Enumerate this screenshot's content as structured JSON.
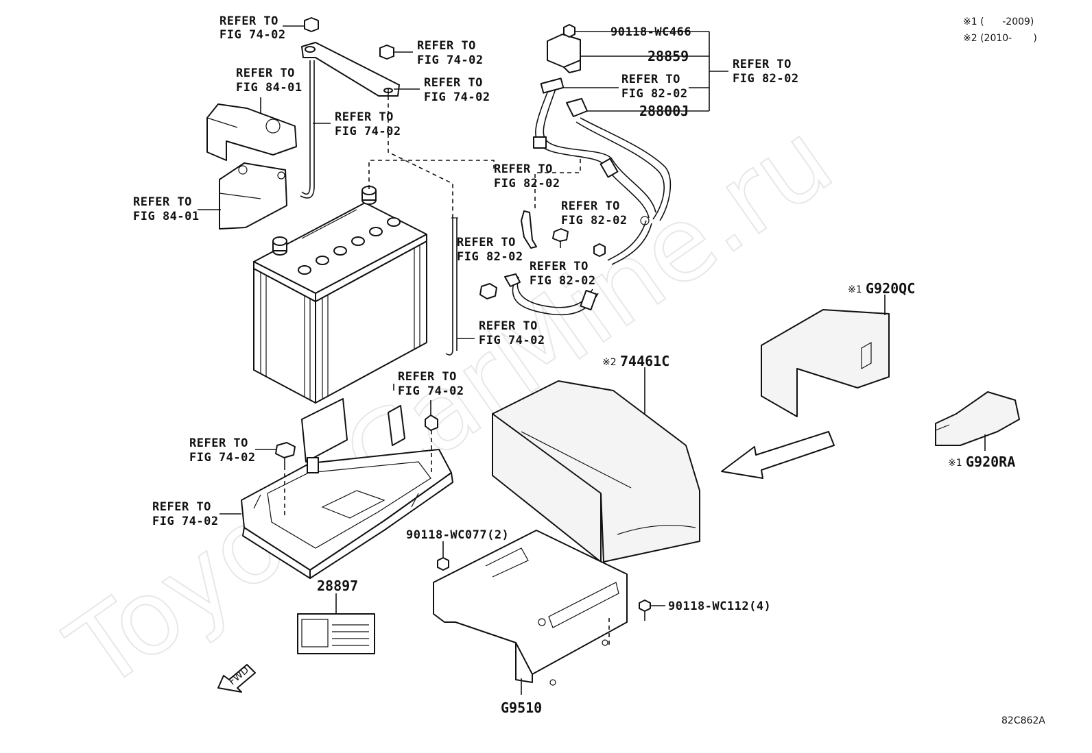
{
  "watermark": "ToyotaCarMine.ru",
  "notes": {
    "note1": "※1 (      -2009)",
    "note2": "※2 (2010-       )"
  },
  "figure_code": "82C862A",
  "fwd_label": "FWD",
  "refer": {
    "r_74_02_a": [
      "REFER TO",
      "FIG 74-02"
    ],
    "r_74_02_b": [
      "REFER TO",
      "FIG 74-02"
    ],
    "r_74_02_c": [
      "REFER TO",
      "FIG 74-02"
    ],
    "r_84_01_a": [
      "REFER TO",
      "FIG 84-01"
    ],
    "r_74_02_d": [
      "REFER TO",
      "FIG 74-02"
    ],
    "r_84_01_b": [
      "REFER TO",
      "FIG 84-01"
    ],
    "r_82_02_a": [
      "REFER TO",
      "FIG 82-02"
    ],
    "r_82_02_main": [
      "REFER TO",
      "FIG 82-02"
    ],
    "r_82_02_b": [
      "REFER TO",
      "FIG 82-02"
    ],
    "r_82_02_c": [
      "REFER TO",
      "FIG 82-02"
    ],
    "r_82_02_d": [
      "REFER TO",
      "FIG 82-02"
    ],
    "r_82_02_e": [
      "REFER TO",
      "FIG 82-02"
    ],
    "r_74_02_e": [
      "REFER TO",
      "FIG 74-02"
    ],
    "r_74_02_f": [
      "REFER TO",
      "FIG 74-02"
    ],
    "r_74_02_g": [
      "REFER TO",
      "FIG 74-02"
    ],
    "r_74_02_h": [
      "REFER TO",
      "FIG 74-02"
    ]
  },
  "parts": {
    "p_90118_wc466": "90118-WC466",
    "p_28859": "28859",
    "p_28800j": "28800J",
    "p_g920qc": "G920QC",
    "p_g920qc_mark": "※1",
    "p_74461c": "74461C",
    "p_74461c_mark": "※2",
    "p_g920ra": "G920RA",
    "p_g920ra_mark": "※1",
    "p_90118_wc077": "90118-WC077(2)",
    "p_90118_wc112": "90118-WC112(4)",
    "p_28897": "28897",
    "p_g9510": "G9510"
  }
}
